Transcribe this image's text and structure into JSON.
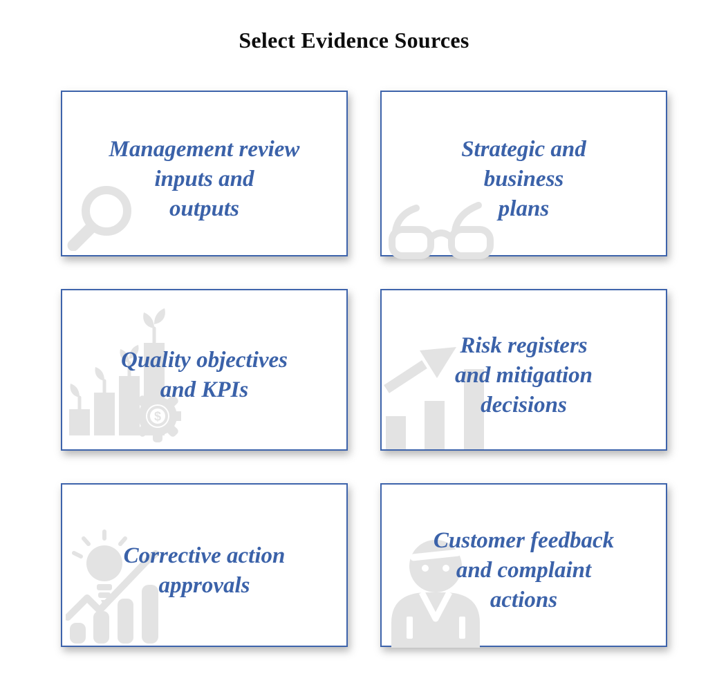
{
  "title": "Select Evidence Sources",
  "cards": [
    {
      "label": "Management review\ninputs and\noutputs",
      "icon": "magnifier-icon"
    },
    {
      "label": "Strategic and\nbusiness\nplans",
      "icon": "eyeglasses-icon"
    },
    {
      "label": "Quality objectives\nand KPIs",
      "icon": "growth-bars-gear-icon"
    },
    {
      "label": "Risk registers\nand mitigation\ndecisions",
      "icon": "rising-bar-chart-arrow-icon"
    },
    {
      "label": "Corrective action\napprovals",
      "icon": "lightbulb-growth-chart-icon"
    },
    {
      "label": "Customer feedback\nand complaint\nactions",
      "icon": "customer-person-icon"
    }
  ],
  "icons": {
    "dollar_glyph": "$"
  },
  "colors": {
    "card_text": "#3b62a9",
    "card_border": "#3d63ab",
    "icon_gray": "#e3e3e3",
    "title_text": "#0d0d0d",
    "background": "#ffffff"
  }
}
